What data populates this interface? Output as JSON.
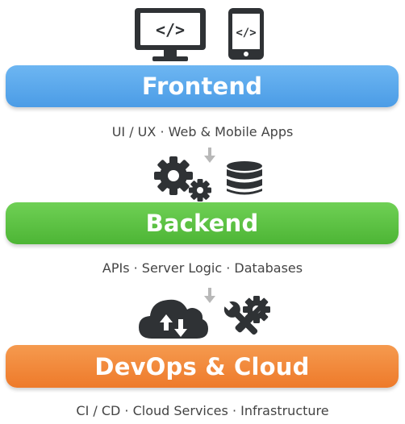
{
  "layers": [
    {
      "title": "Frontend",
      "caption": "UI / UX · Web & Mobile Apps",
      "color": "#4b9ce6"
    },
    {
      "title": "Backend",
      "caption": "APIs · Server Logic · Databases",
      "color": "#4db535"
    },
    {
      "title": "DevOps & Cloud",
      "caption": "CI / CD · Cloud Services · Infrastructure",
      "color": "#ee7a2a"
    }
  ],
  "icons": {
    "frontend": [
      "desktop-monitor-icon",
      "mobile-phone-icon"
    ],
    "backend": [
      "gears-icon",
      "database-icon"
    ],
    "devops": [
      "cloud-upload-download-icon",
      "wrench-gear-tools-icon"
    ]
  },
  "code_glyph": "</>",
  "icon_color": "#2f3235",
  "arrow_color": "#b8b8b8"
}
